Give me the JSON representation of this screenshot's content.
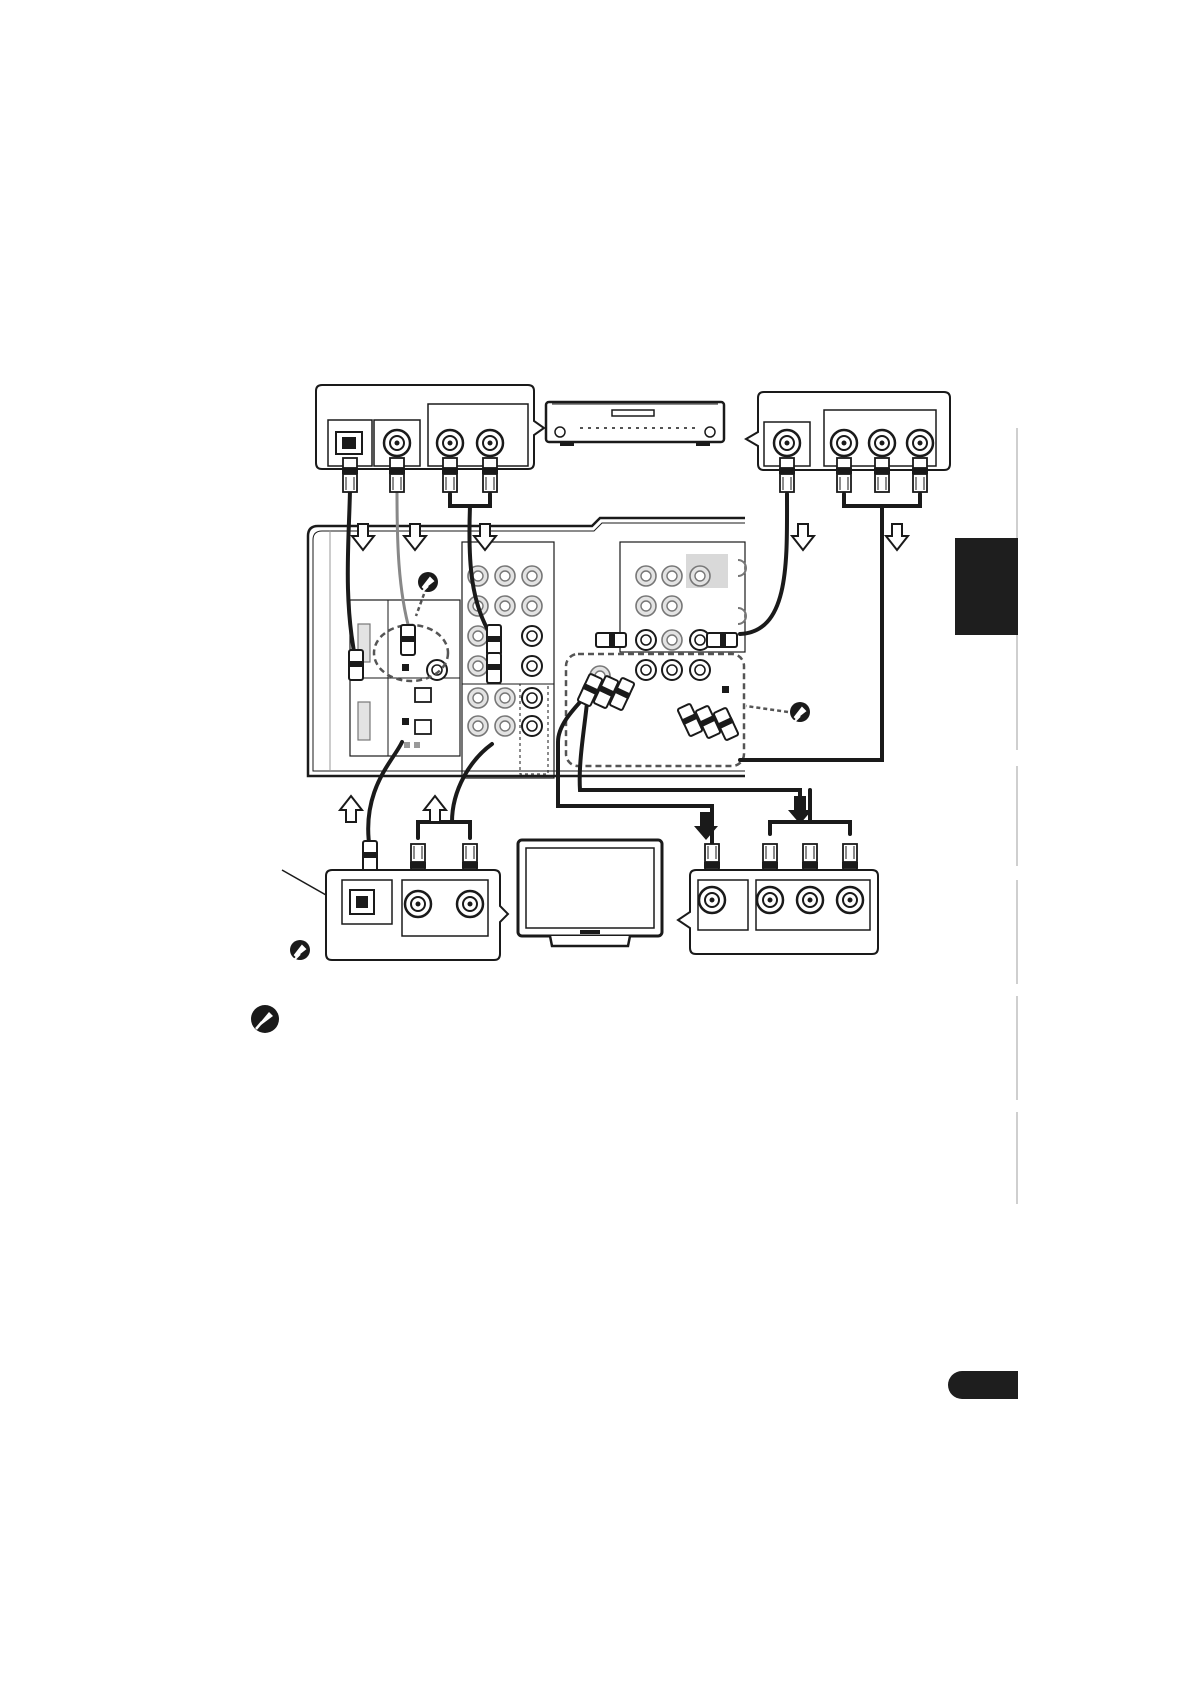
{
  "diagram": {
    "callout_boxes": [
      {
        "name": "dvd-player-jacks-callout"
      },
      {
        "name": "dvd-recorder-jacks-callout"
      },
      {
        "name": "satellite-receiver-jacks-callout"
      },
      {
        "name": "tv-jacks-callout"
      }
    ],
    "devices": [
      {
        "name": "dvd-player-illustration"
      },
      {
        "name": "flat-panel-tv-illustration"
      },
      {
        "name": "av-receiver-rear-panel"
      }
    ],
    "signal_direction_arrows": {
      "outline_down": 5,
      "outline_up": 2,
      "solid_down": 2
    }
  },
  "icons": {
    "note": "pushpin-note-icon"
  },
  "colors": {
    "line": "#1a1a1a",
    "jack_fill": "#ffffff",
    "panel_shade": "#d9d9d9",
    "side_tab": "#1e1e1e",
    "side_rule": "#cfcfcf"
  }
}
